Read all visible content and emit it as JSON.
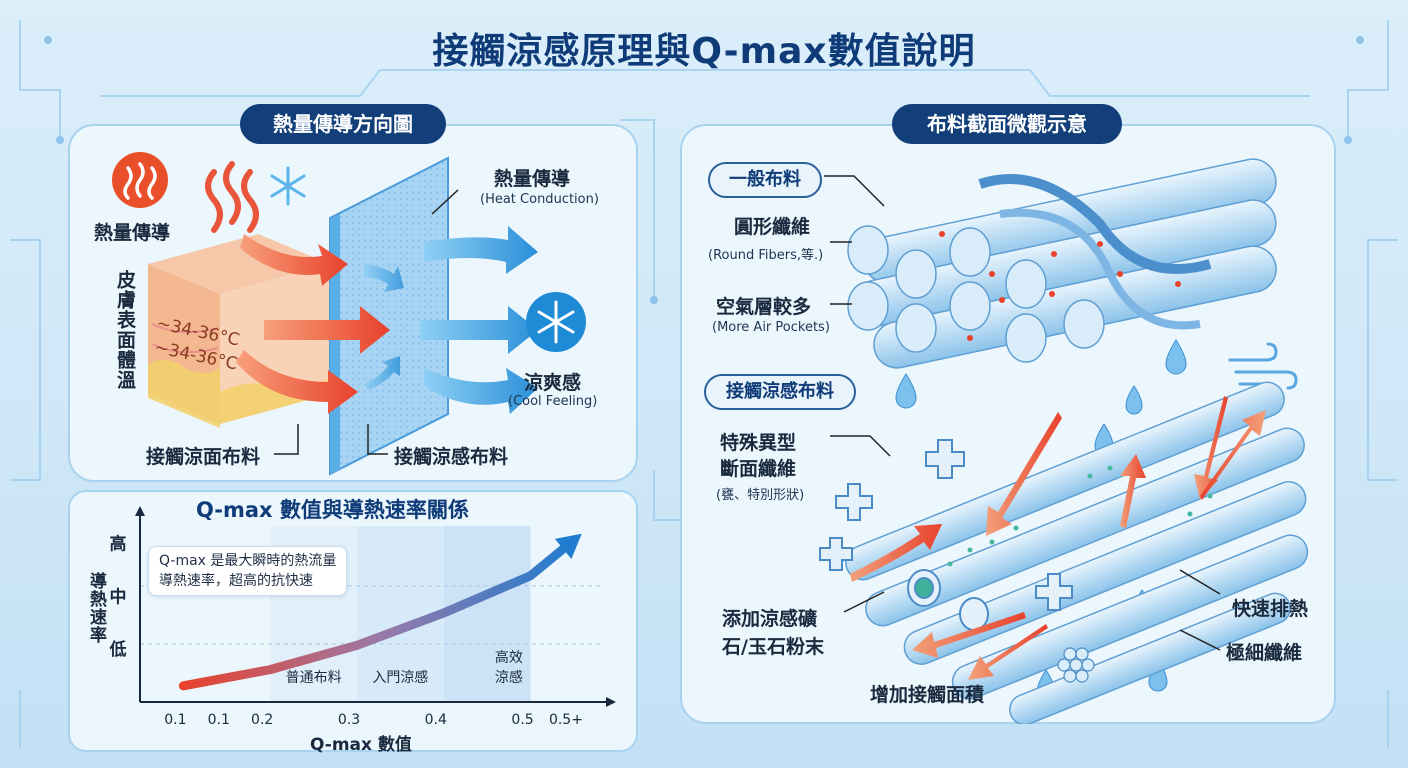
{
  "title": "接觸涼感原理與Q-max數值說明",
  "left": {
    "section_title": "熱量傳導方向圖",
    "heat_icon_label": "熱量傳導",
    "skin_label": "皮膚表面體溫",
    "temp1": "~34-36°C",
    "temp2": "~34-36°C",
    "conduction_label": "熱量傳導",
    "conduction_en": "(Heat Conduction)",
    "cool_label": "涼爽感",
    "cool_en": "(Cool Feeling)",
    "contact_face_label": "接觸涼面布料",
    "cool_fabric_label": "接觸涼感布料"
  },
  "chart": {
    "title": "Q-max 數值與導熱速率關係",
    "ylabel": "導熱速率",
    "y_ticks": [
      "高",
      "中",
      "低"
    ],
    "note_line1": "Q-max 是最大瞬時的熱流量",
    "note_line2": "導熱速率，超高的抗快速",
    "zones": [
      "普通布料",
      "入門涼感",
      "高效涼感"
    ],
    "zone_values": [
      0.2,
      0.3,
      0.4,
      0.5,
      0.55
    ],
    "x_ticks": [
      "0.1",
      "0.1",
      "0.2",
      "0.3",
      "0.4",
      "0.5",
      "0.5+"
    ],
    "xlabel": "Q-max 數值"
  },
  "chart_data": {
    "type": "line",
    "title": "Q-max 數值與導熱速率關係",
    "xlabel": "Q-max 數值",
    "ylabel": "導熱速率",
    "x": [
      0.1,
      0.2,
      0.3,
      0.4,
      0.5,
      0.55
    ],
    "y": [
      0.1,
      0.2,
      0.35,
      0.55,
      0.78,
      1.0
    ],
    "y_categories": [
      "低",
      "中",
      "高"
    ],
    "xlim": [
      0.05,
      0.58
    ]
  },
  "right": {
    "section_title": "布料截面微觀示意",
    "normal_tag": "一般布料",
    "round_fibers": "圓形纖維",
    "round_fibers_en": "(Round Fibers,等.)",
    "air_pockets": "空氣層較多",
    "air_pockets_en": "(More Air Pockets)",
    "cool_tag": "接觸涼感布料",
    "special_fiber_1": "特殊異型",
    "special_fiber_2": "斷面纖維",
    "special_fiber_sub": "(甕、特別形狀)",
    "mineral_1": "添加涼感礦",
    "mineral_2": "石/玉石粉末",
    "fast_heat": "快速排熱",
    "ultra_fine": "極細纖維",
    "contact_area": "增加接觸面積"
  },
  "colors": {
    "navy": "#123f7a",
    "heat": "#e8412c",
    "cool": "#2a8fd8",
    "accent": "#3b9de0"
  }
}
